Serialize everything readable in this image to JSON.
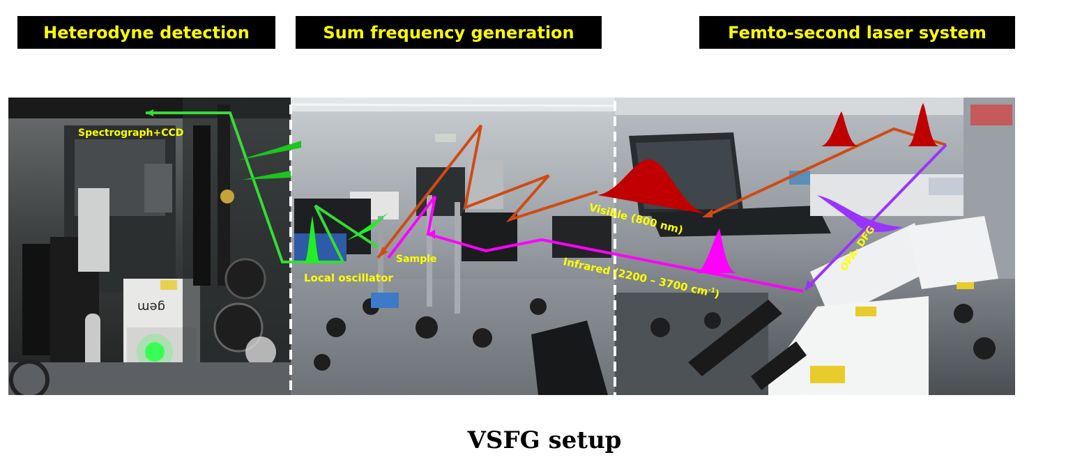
{
  "headers": {
    "heterodyne": "Heterodyne detection",
    "sfg": "Sum frequency generation",
    "laser": "Femto-second laser system"
  },
  "labels": {
    "spectrograph": "Spectrograph+CCD",
    "local_oscillator": "Local oscillator",
    "sample": "Sample",
    "visible": "Visible (800 nm)",
    "infrared": "Infrared (2200 – 3700 cm",
    "infrared_sup": "-1",
    "infrared_close": ")",
    "opa": "OPA- DFG"
  },
  "equipment_text": {
    "gem": "gem"
  },
  "caption": "VSFG setup",
  "colors": {
    "header_bg": "#000000",
    "header_text": "#ffff00",
    "visible_beam": "#d24a12",
    "visible_pulse": "#c00000",
    "infrared_beam": "#ff00ff",
    "opa_beam": "#9933ff",
    "signal_beam": "#33dd33"
  }
}
